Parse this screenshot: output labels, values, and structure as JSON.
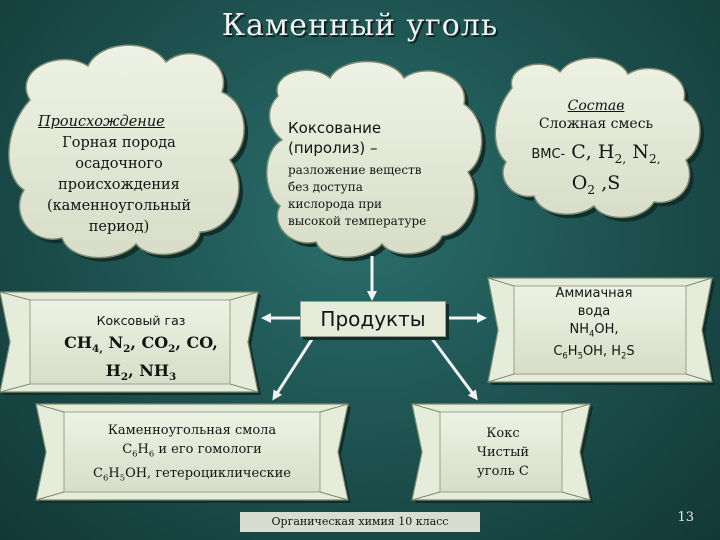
{
  "title": "Каменный уголь",
  "origin": {
    "heading": "Происхождение",
    "lines": [
      "Горная порода",
      "осадочного",
      "происхождения",
      "(каменноугольный",
      "период)"
    ]
  },
  "coking": {
    "line1": "Коксование",
    "line2": "(пиролиз) –",
    "description": [
      "разложение веществ",
      "без доступа",
      "кислорода при",
      "высокой температуре"
    ]
  },
  "composition": {
    "heading": "Состав",
    "subtitle": "Сложная смесь",
    "formula_prefix": "ВМС-",
    "formula_main": "С, Н",
    "formula_main_sub": "2,",
    "formula_n": " N",
    "formula_n_sub": "2,",
    "formula_o": "О",
    "formula_o_sub": "2",
    "formula_s": " ,S"
  },
  "products": {
    "label": "Продукты"
  },
  "coke_gas": {
    "title": "Коксовый газ",
    "f1": "CH",
    "f1_sub": "4,",
    "f2": " N",
    "f2_sub": "2",
    "f3": ", CO",
    "f3_sub": "2",
    "f4": ", CO,",
    "f5": "H",
    "f5_sub": "2",
    "f6": ", NH",
    "f6_sub": "3"
  },
  "ammonia_water": {
    "line1": "Аммиачная",
    "line2": "вода",
    "f1": "NH",
    "f1_sub": "4",
    "f1_rest": "OH,",
    "f2": "C",
    "f2_sub": "6",
    "f2b": "H",
    "f2b_sub": "5",
    "f2_rest": "OH, H",
    "f2_rest_sub": "2",
    "f2_end": "S"
  },
  "coal_tar": {
    "line1": "Каменноугольная смола",
    "l2a": "C",
    "l2a_sub": "6",
    "l2b": "H",
    "l2b_sub": "6",
    "l2c": " и его гомологи",
    "l3a": "C",
    "l3a_sub": "6",
    "l3b": "H",
    "l3b_sub": "5",
    "l3c": "OH, гетероциклические"
  },
  "coke": {
    "line1": "Кокс",
    "line2": "Чистый",
    "line3": "уголь С"
  },
  "footer": {
    "course": "Органическая химия 10 класс",
    "page": "13"
  },
  "colors": {
    "background": "#1c4f4d",
    "cloud_fill": "#e6ecda",
    "cloud_edge": "#7d8a70",
    "arrow": "#f2f2f2"
  }
}
